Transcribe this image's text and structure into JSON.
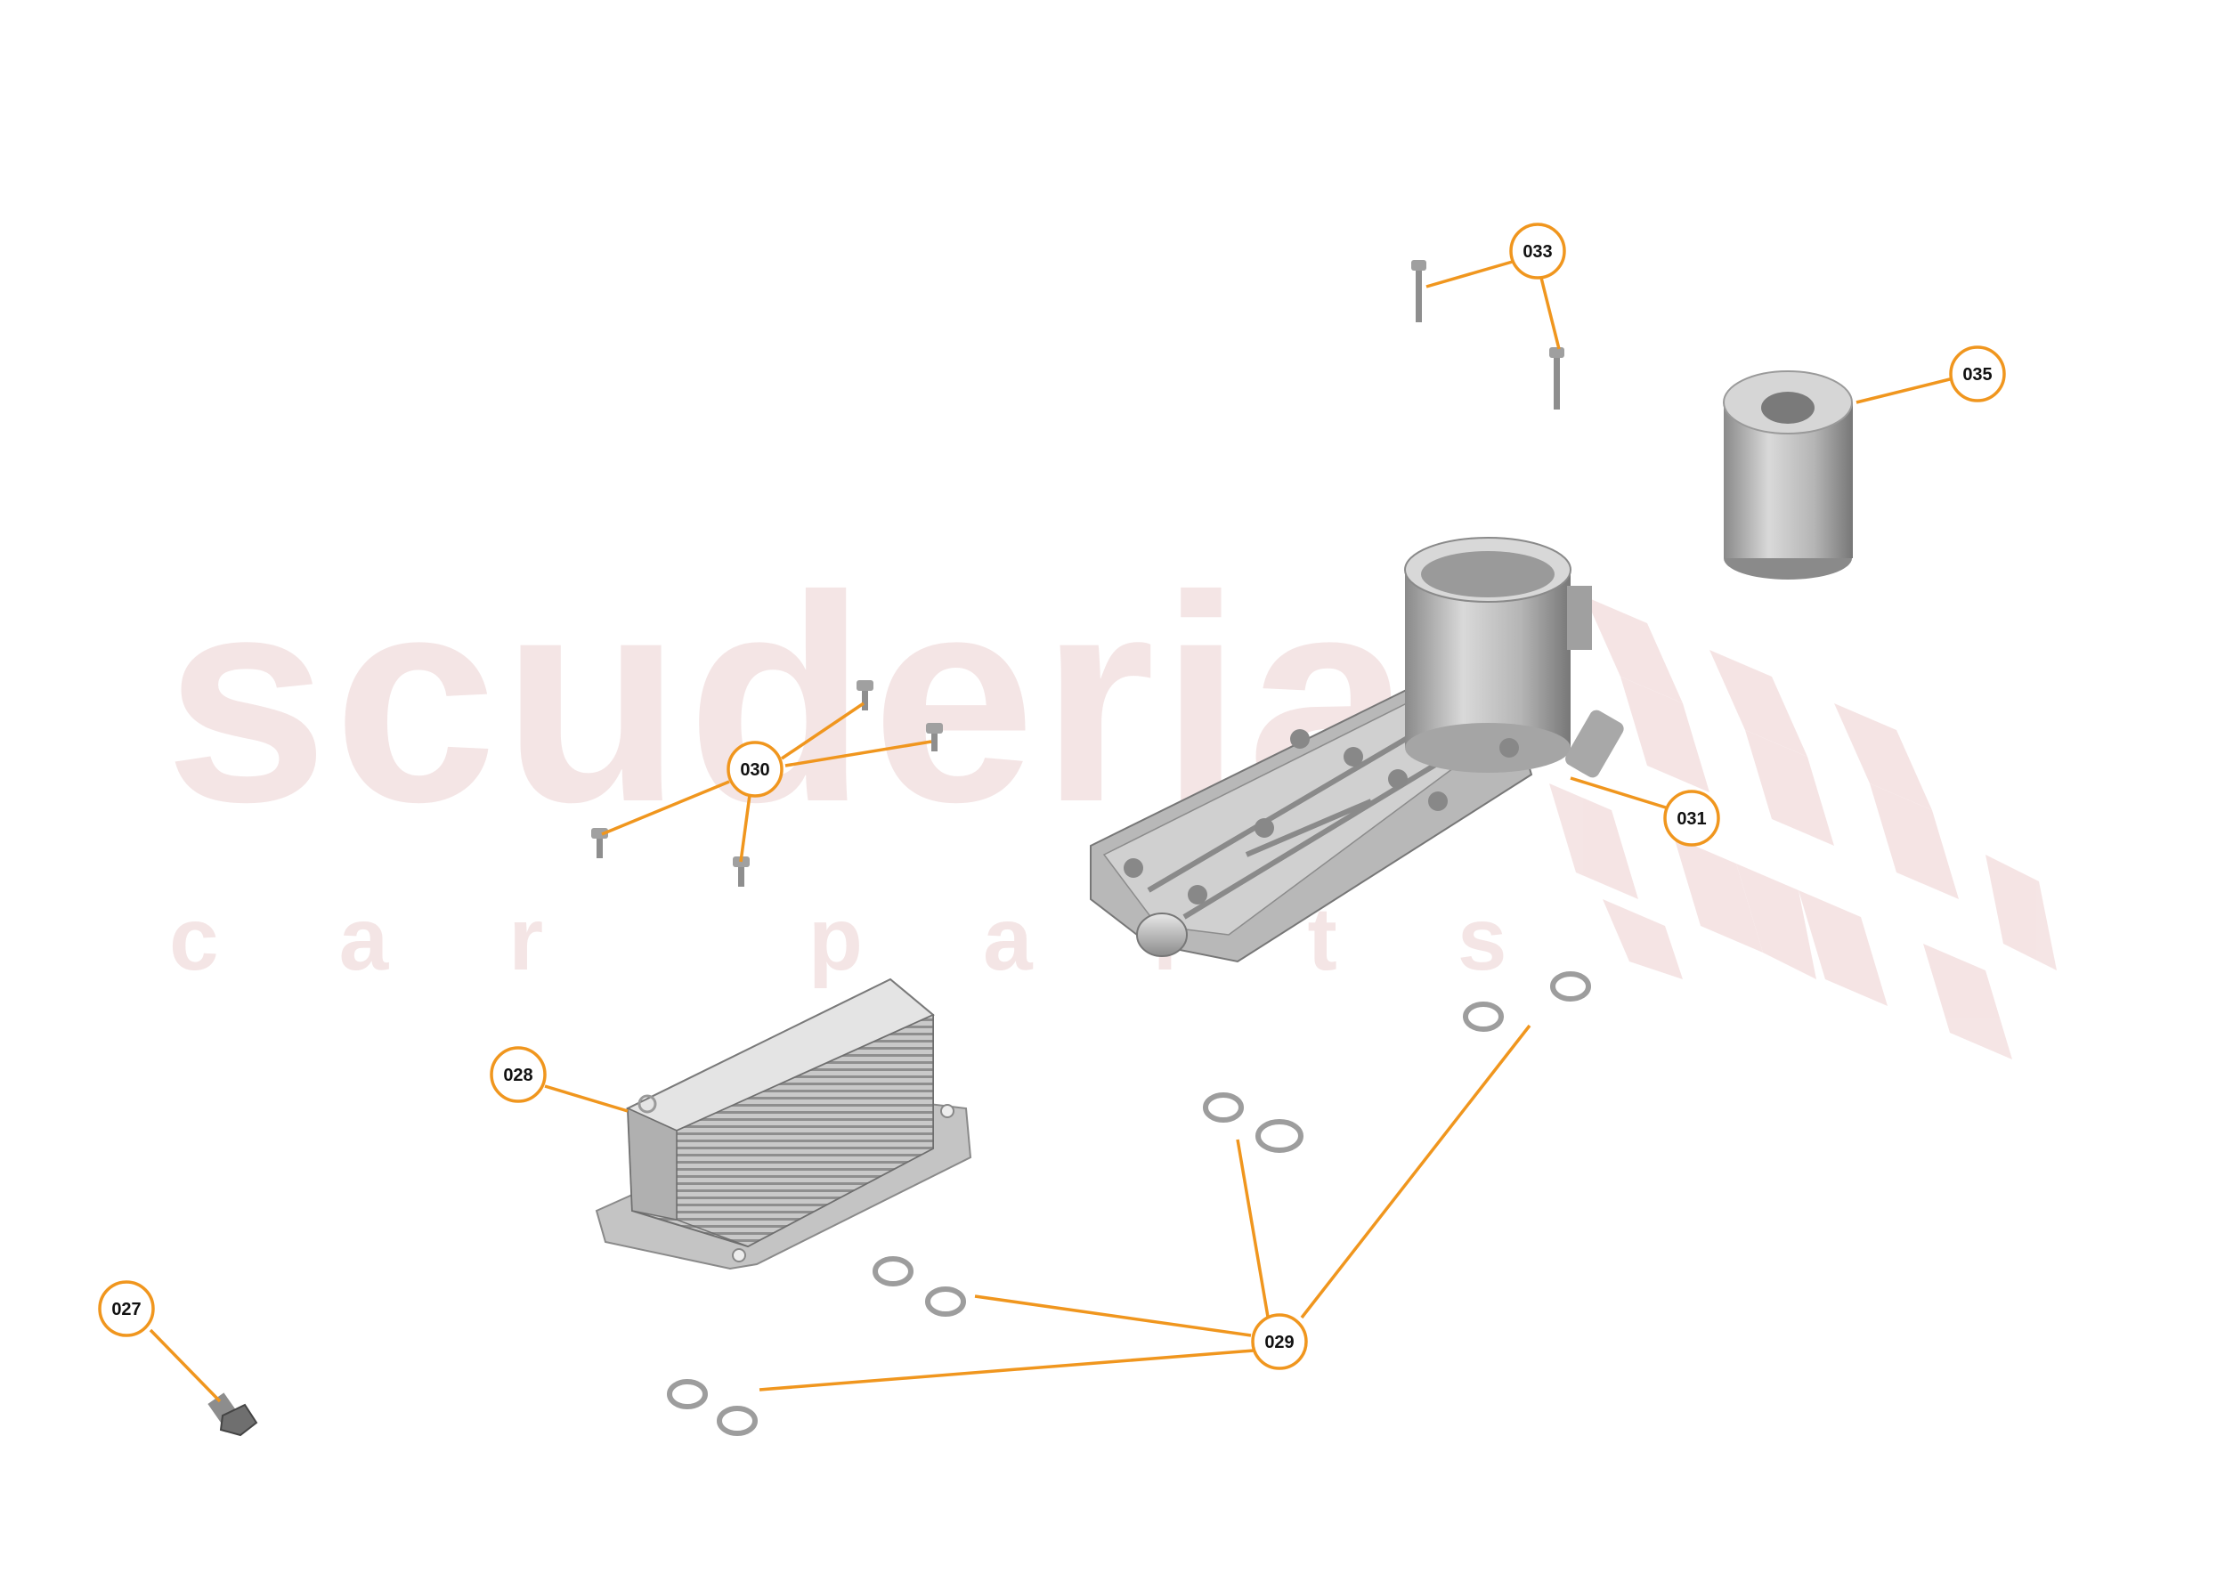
{
  "watermark": {
    "brand": "scuderia",
    "tagline": "car parts"
  },
  "colors": {
    "callout_ring": "#f0961e",
    "leader_line": "#f0961e",
    "watermark": "#e6c3c3",
    "part_gray": "#a8a8a8"
  },
  "callouts": [
    {
      "id": "027",
      "label": "027"
    },
    {
      "id": "028",
      "label": "028"
    },
    {
      "id": "029",
      "label": "029"
    },
    {
      "id": "030",
      "label": "030"
    },
    {
      "id": "031",
      "label": "031"
    },
    {
      "id": "033",
      "label": "033"
    },
    {
      "id": "035",
      "label": "035"
    }
  ]
}
